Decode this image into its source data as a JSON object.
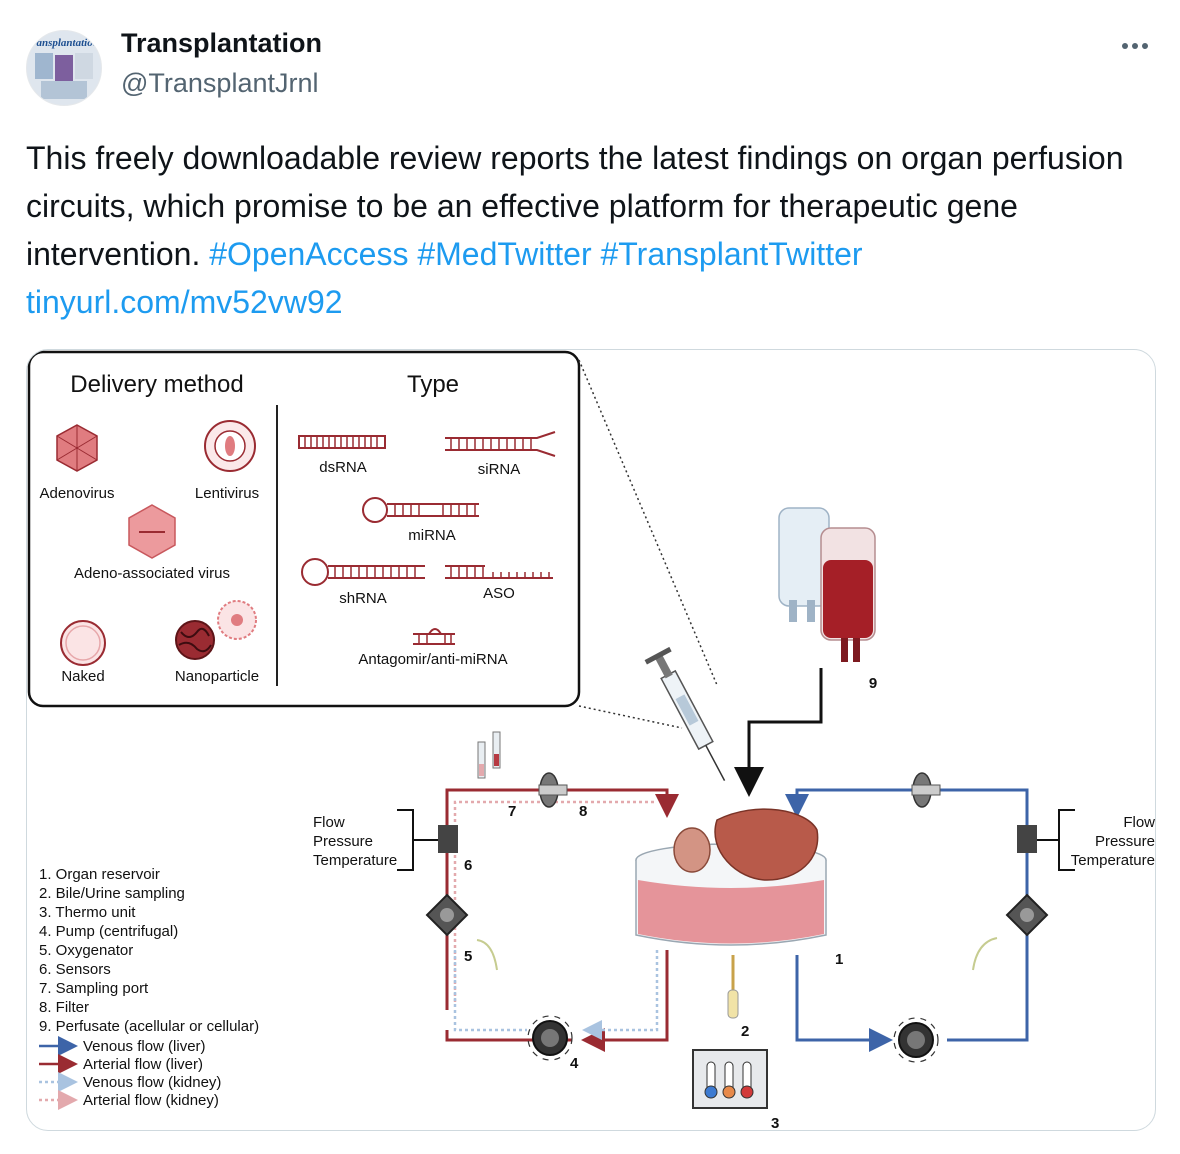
{
  "author": {
    "name": "Transplantation",
    "handle": "@TransplantJrnl",
    "avatar_text": "transplantation"
  },
  "tweet": {
    "text": "This freely downloadable review reports the latest findings on organ perfusion circuits, which promise to be an effective platform for therapeutic gene intervention.",
    "hashtags": [
      "#OpenAccess",
      "#MedTwitter",
      "#TransplantTwitter"
    ],
    "link": "tinyurl.com/mv52vw92"
  },
  "figure": {
    "delivery_title": "Delivery method",
    "type_title": "Type",
    "delivery": [
      "Adenovirus",
      "Lentivirus",
      "Adeno-associated virus",
      "Naked",
      "Nanoparticle"
    ],
    "types": [
      "dsRNA",
      "siRNA",
      "miRNA",
      "shRNA",
      "ASO",
      "Antagomir/anti-miRNA"
    ],
    "sensor_labels": [
      "Flow",
      "Pressure",
      "Temperature"
    ],
    "numbers": [
      "1",
      "2",
      "3",
      "4",
      "5",
      "6",
      "7",
      "8",
      "9"
    ],
    "legend": [
      "1. Organ reservoir",
      "2. Bile/Urine sampling",
      "3. Thermo unit",
      "4. Pump (centrifugal)",
      "5. Oxygenator",
      "6. Sensors",
      "7. Sampling port",
      "8. Filter",
      "9. Perfusate (acellular or cellular)"
    ],
    "flow_legend": [
      "Venous flow (liver)",
      "Arterial flow (liver)",
      "Venous flow (kidney)",
      "Arterial flow (kidney)"
    ],
    "colors": {
      "venous_liver": "#3d64a8",
      "arterial_liver": "#9a2b32",
      "venous_kidney": "#a9c3e0",
      "arterial_kidney": "#e3a9ad",
      "link": "#1d9bf0"
    }
  }
}
